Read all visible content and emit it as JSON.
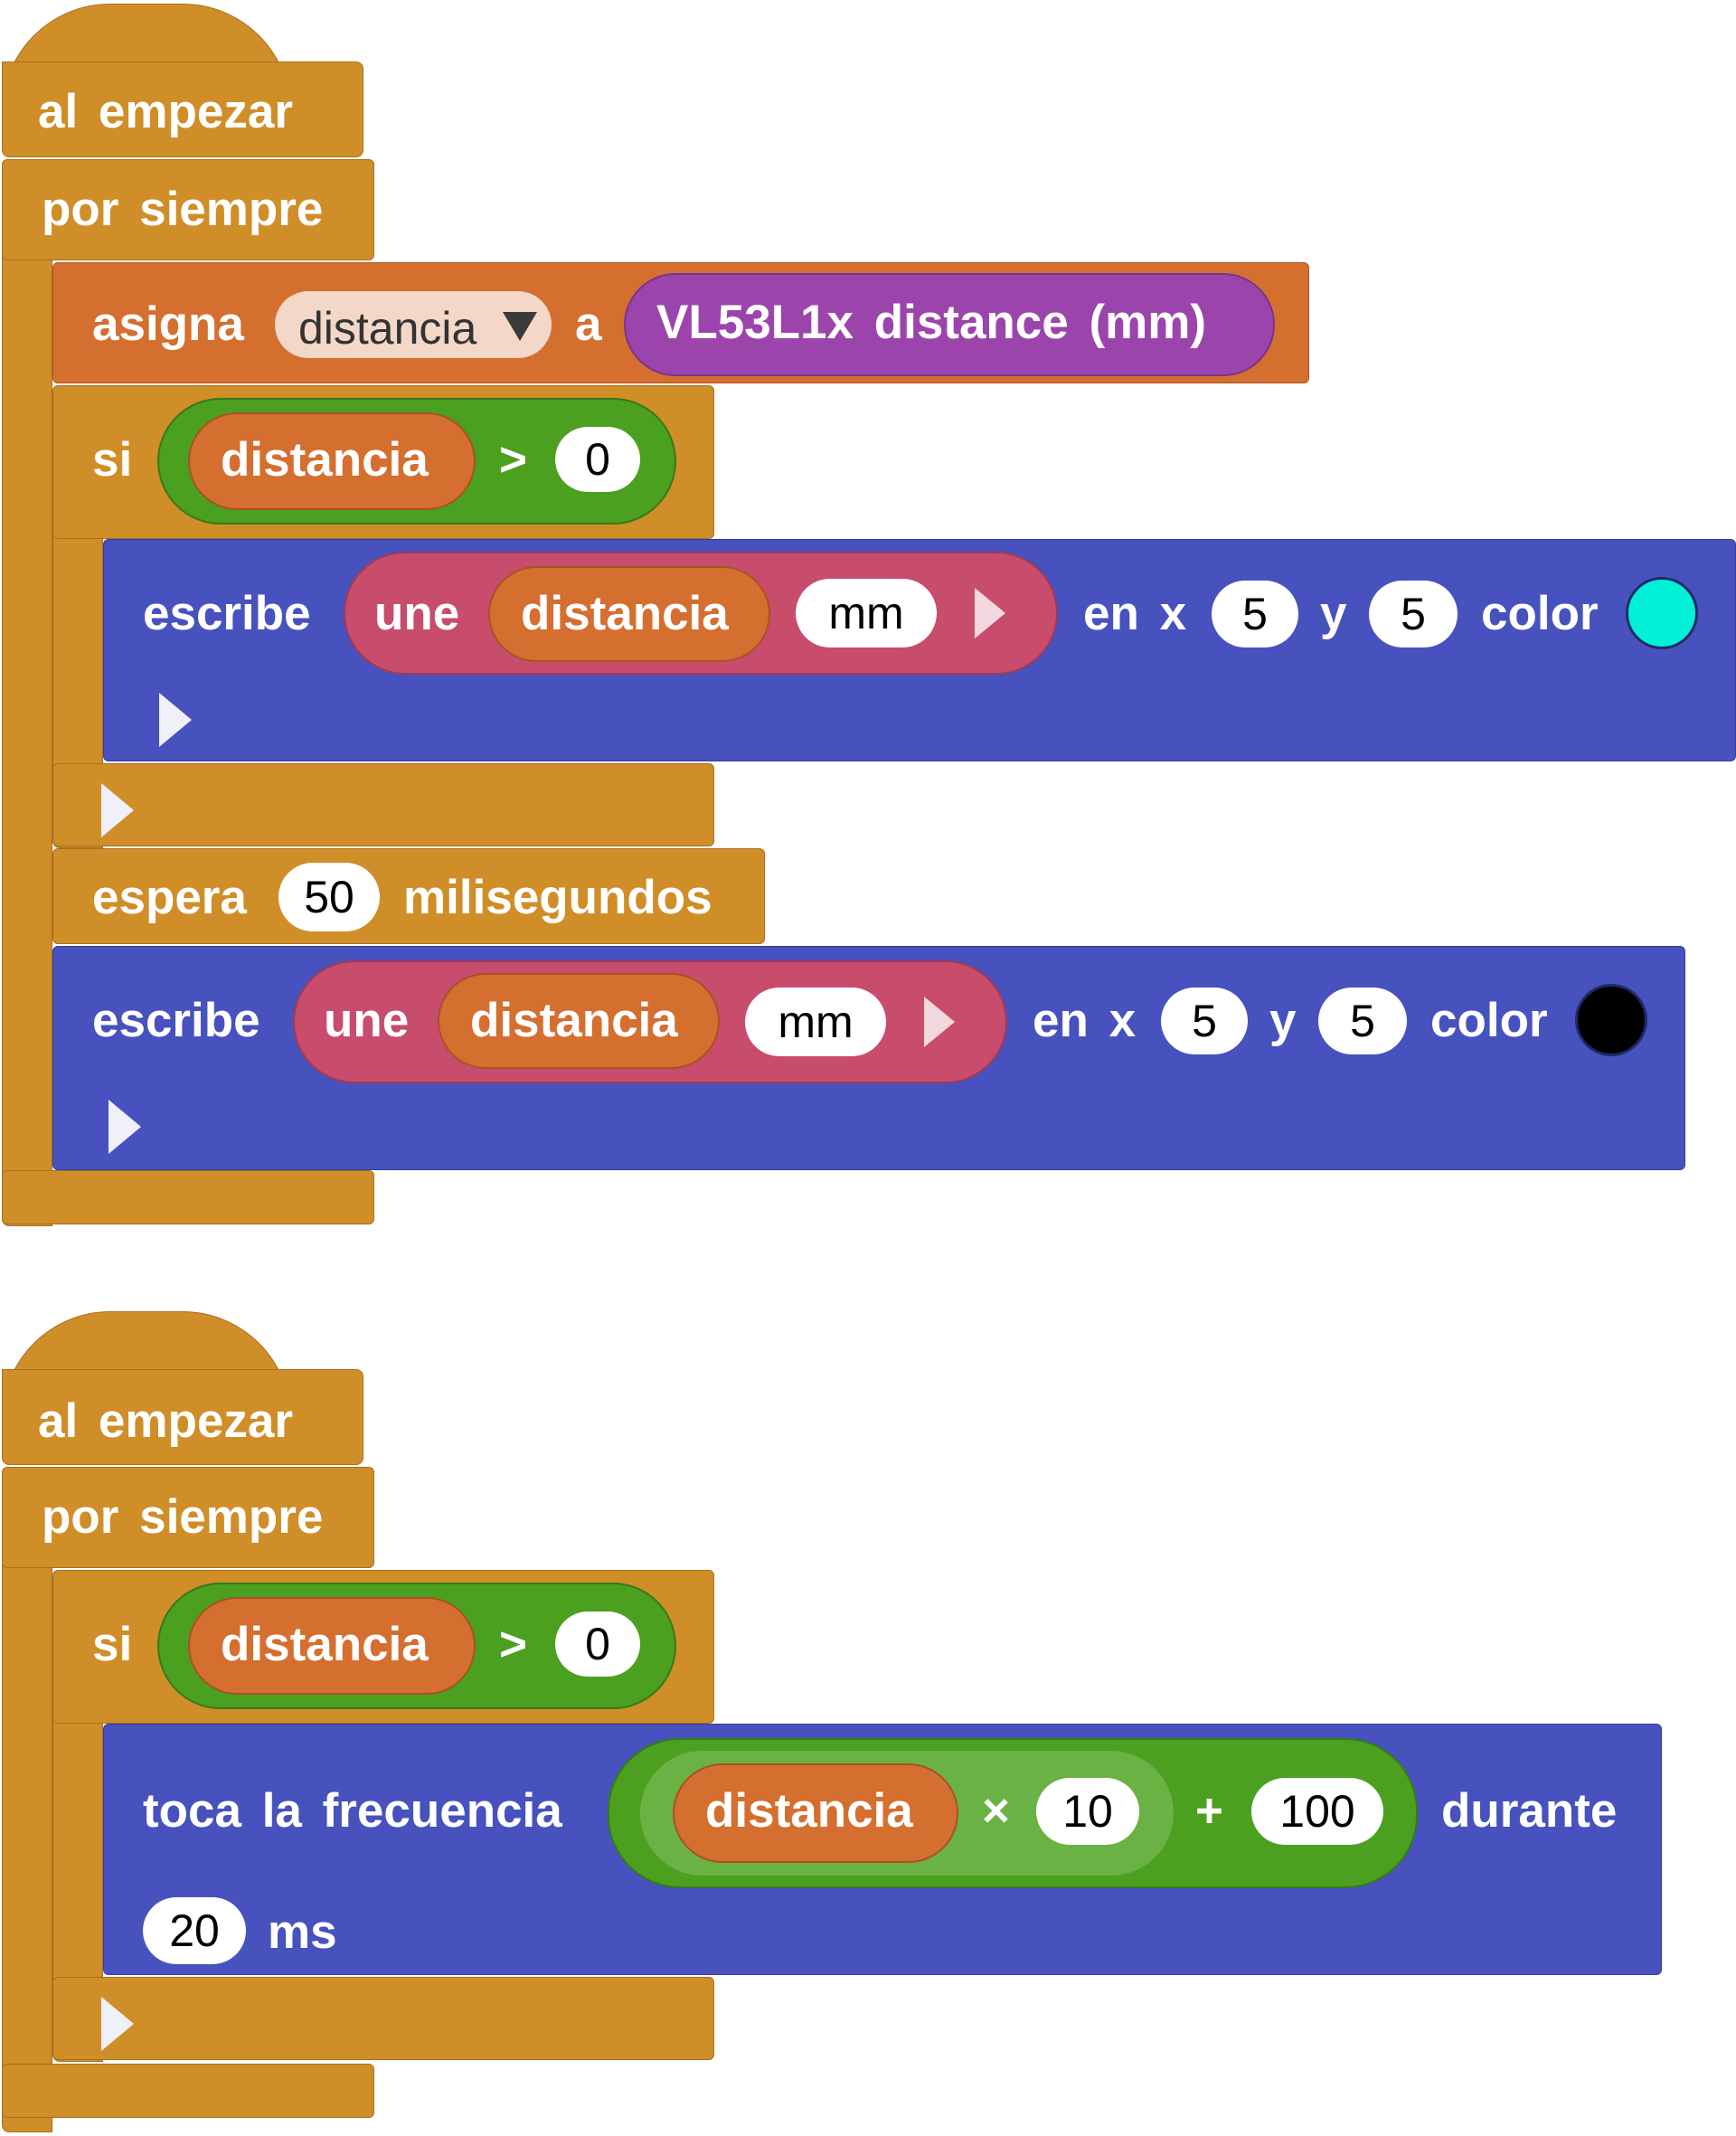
{
  "program": {
    "on_start_label": "al empezar",
    "forever_label": "por siempre",
    "if_label": "si",
    "set": {
      "label": "asigna",
      "variable": "distancia",
      "to_label": "a",
      "sensor": "VL53L1x distance (mm)"
    },
    "condition": {
      "variable": "distancia",
      "operator": ">",
      "value": "0"
    },
    "write": {
      "label": "escribe",
      "join_label": "une",
      "variable": "distancia",
      "suffix": "mm",
      "at_label": "en x",
      "x": "5",
      "y_label": "y",
      "y": "5",
      "color_label": "color"
    },
    "wait": {
      "label": "espera",
      "value": "50",
      "unit": "milisegundos"
    },
    "tone": {
      "label": "toca la frecuencia",
      "variable": "distancia",
      "times_op": "×",
      "multiplier": "10",
      "plus_op": "+",
      "addend": "100",
      "during_label": "durante",
      "duration": "20",
      "unit": "ms"
    }
  },
  "colors": {
    "events": "#D08E29",
    "variables": "#D46F2F",
    "display": "#4752BE",
    "logic": "#4BA01F",
    "text": "#C84C6C",
    "sensor": "#9B45AC",
    "swatch_cyan": "#00F0D8",
    "swatch_black": "#000000"
  }
}
